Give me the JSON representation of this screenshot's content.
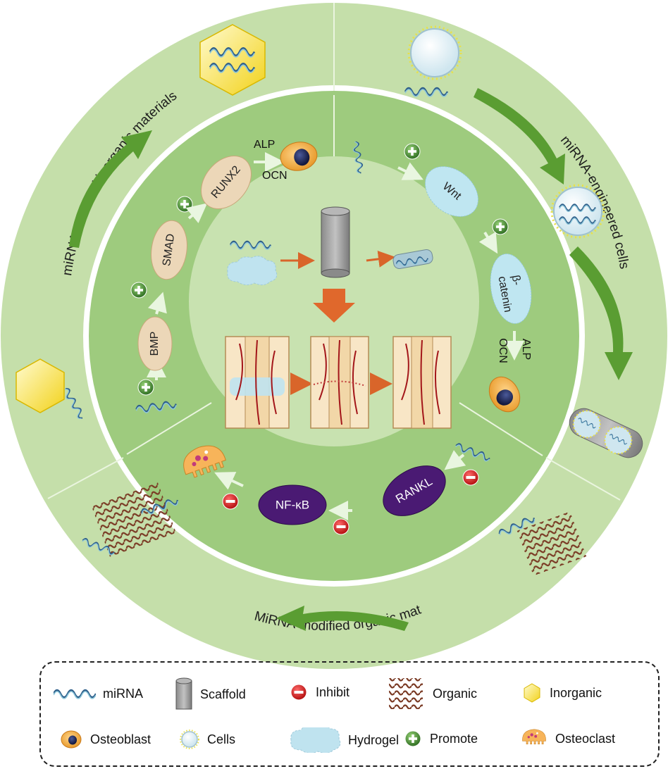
{
  "outer_ring": {
    "top_left_label": "miRNA-modified inorganic materials",
    "top_right_label": "miRNA-engineered cells",
    "bottom_label": "MiRNA-modified organic materials"
  },
  "promote_pathway": {
    "nodes": [
      "BMP",
      "SMAD",
      "RUNX2"
    ],
    "markers": [
      "ALP",
      "OCN"
    ]
  },
  "wnt_pathway": {
    "nodes": [
      "Wnt",
      "β-",
      "catenin"
    ],
    "markers": [
      "ALP",
      "OCN"
    ]
  },
  "inhibit_pathway": {
    "nodes": [
      "RANKL",
      "NF-κB"
    ]
  },
  "legend": {
    "items": [
      {
        "label": "miRNA",
        "icon": "mirna-icon"
      },
      {
        "label": "Scaffold",
        "icon": "scaffold-icon"
      },
      {
        "label": "Inhibit",
        "icon": "inhibit-icon"
      },
      {
        "label": "Organic",
        "icon": "organic-icon"
      },
      {
        "label": "Inorganic",
        "icon": "inorganic-icon"
      },
      {
        "label": "Osteoblast",
        "icon": "osteoblast-icon"
      },
      {
        "label": "Cells",
        "icon": "cells-icon"
      },
      {
        "label": "Hydrogel",
        "icon": "hydrogel-icon"
      },
      {
        "label": "Promote",
        "icon": "promote-icon"
      },
      {
        "label": "Osteoclast",
        "icon": "osteoclast-icon"
      }
    ]
  },
  "colors": {
    "outer_ring": "#c5dfaa",
    "middle_ring": "#9ecb7e",
    "inner_disc": "#c8e2b0",
    "node_tan": "#ecd7b8",
    "node_blue": "#bfe6f1",
    "node_purple": "#4a1a73",
    "arrow_green": "#5a9d32",
    "arrow_orange": "#d9652a",
    "inhibit_red": "#d32020",
    "promote_green": "#4b8f3a"
  }
}
